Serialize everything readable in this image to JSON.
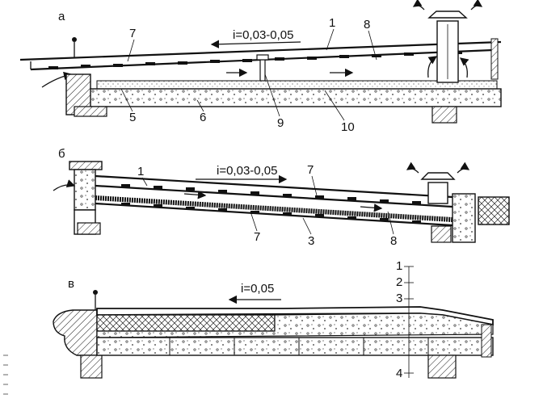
{
  "figure": {
    "panels": [
      {
        "id": "a",
        "letter": "а",
        "slope": "i=0,03-0,05",
        "callouts": [
          "7",
          "1",
          "8",
          "5",
          "6",
          "9",
          "10"
        ]
      },
      {
        "id": "b",
        "letter": "б",
        "slope": "i=0,03-0,05",
        "callouts": [
          "1",
          "7",
          "7",
          "3",
          "8"
        ]
      },
      {
        "id": "c",
        "letter": "в",
        "slope": "i=0,05",
        "callouts": [
          "1",
          "2",
          "3",
          "4"
        ]
      }
    ]
  }
}
